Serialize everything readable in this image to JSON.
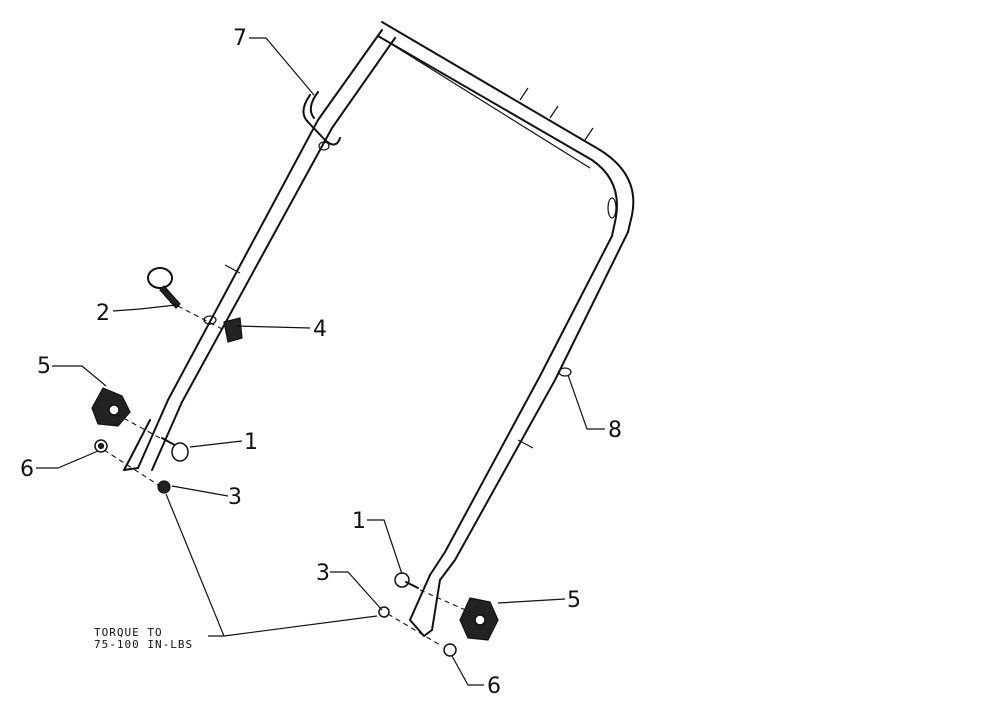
{
  "callouts": {
    "c1a": "1",
    "c1b": "1",
    "c2": "2",
    "c3a": "3",
    "c3b": "3",
    "c4": "4",
    "c5a": "5",
    "c5b": "5",
    "c6a": "6",
    "c6b": "6",
    "c7": "7",
    "c8": "8"
  },
  "note": {
    "line1": "TORQUE TO",
    "line2": "75-100 IN-LBS"
  }
}
